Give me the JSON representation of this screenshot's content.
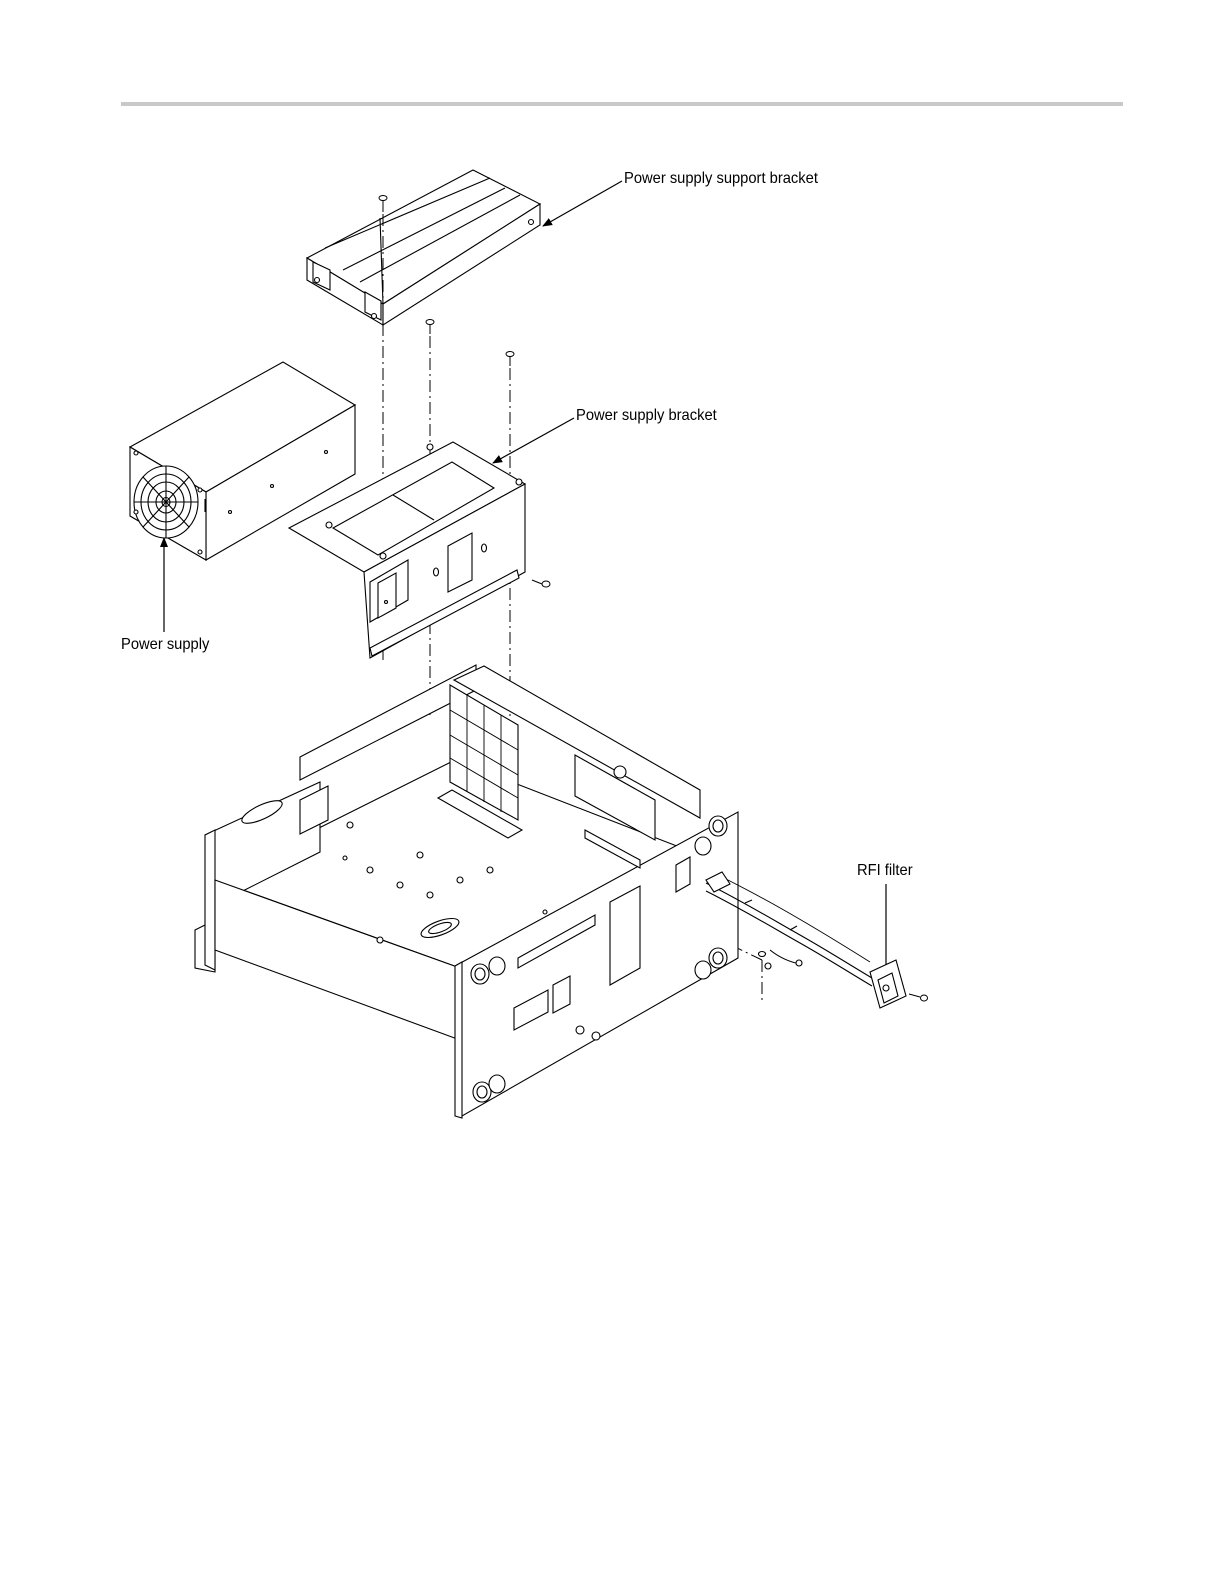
{
  "labels": {
    "support_bracket": "Power supply support bracket",
    "power_supply_bracket": "Power supply bracket",
    "power_supply": "Power supply",
    "rfi_filter": "RFI filter"
  },
  "colors": {
    "line": "#000000",
    "rule": "#c8c8c8"
  }
}
